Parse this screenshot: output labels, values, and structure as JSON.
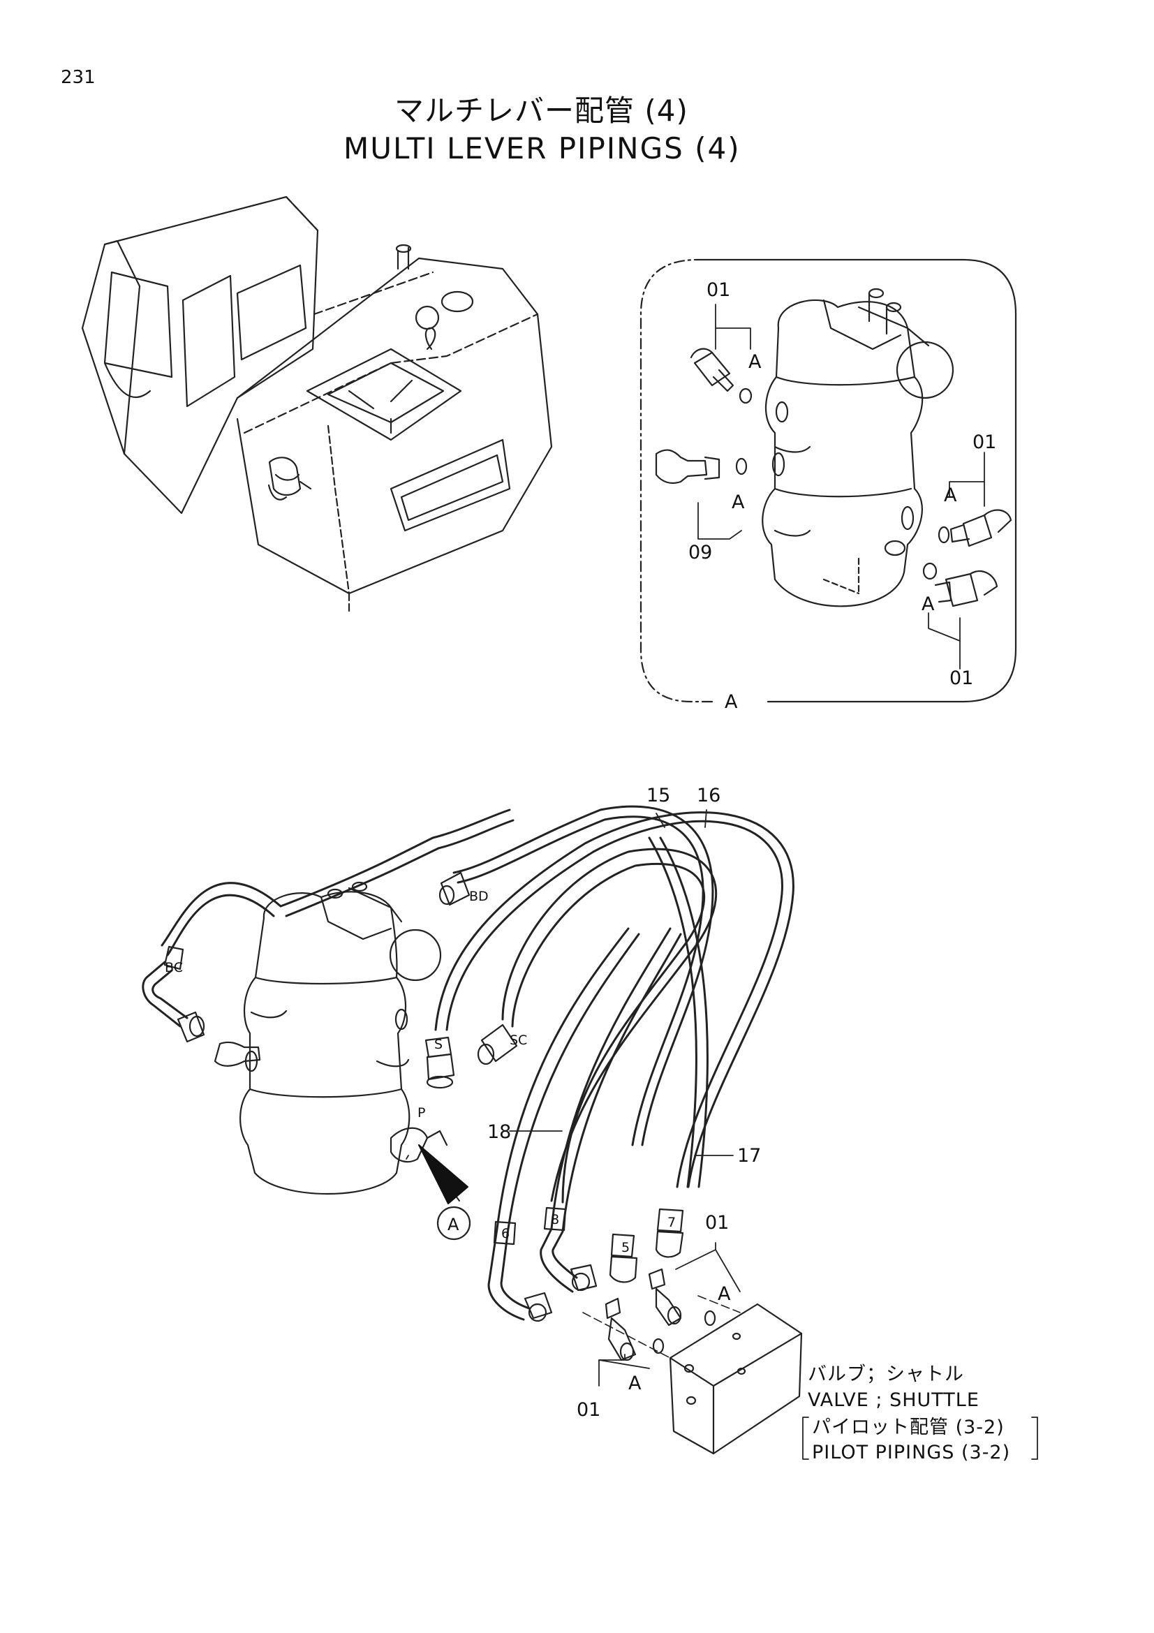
{
  "page_number": "231",
  "title_jp": "マルチレバー配管 (4)",
  "title_en": "MULTI LEVER PIPINGS (4)",
  "detail_view_label": "A",
  "detail_callouts": {
    "top_left": "01",
    "left": "09",
    "right_upper": "01",
    "right_lower": "01",
    "oring_labels": [
      "A",
      "A",
      "A",
      "A"
    ]
  },
  "hose_callouts": {
    "h15": "15",
    "h16": "16",
    "h17": "17",
    "h18": "18"
  },
  "port_labels": {
    "bd": "BD",
    "bc": "BC",
    "s": "S",
    "sc": "SC",
    "p": "P"
  },
  "hose_band_numbers": [
    "5",
    "6",
    "7",
    "8"
  ],
  "shuttle_callouts": {
    "upper": "01",
    "lower": "01",
    "oring_a_upper": "A",
    "oring_a_lower": "A"
  },
  "view_marker": "A",
  "valve_note": {
    "jp": "バルブ；シャトル",
    "en": "VALVE ; SHUTTLE"
  },
  "reference_note": {
    "jp": "パイロット配管 (3-2)",
    "en": "PILOT PIPINGS (3-2)"
  }
}
